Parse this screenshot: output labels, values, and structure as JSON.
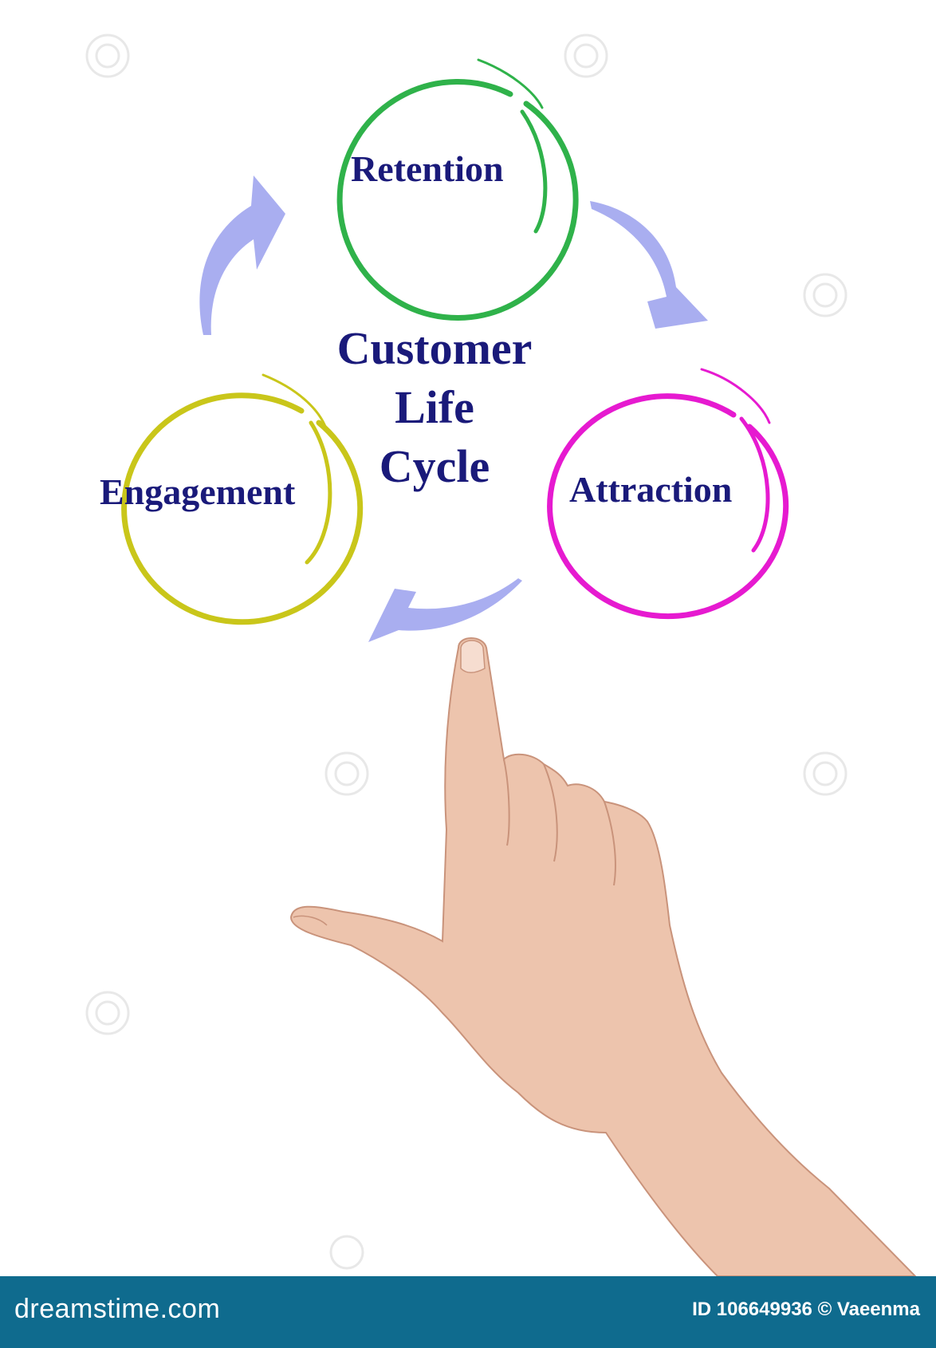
{
  "diagram": {
    "title_lines": [
      "Customer",
      "Life",
      "Cycle"
    ],
    "nodes": [
      {
        "id": "retention",
        "label": "Retention",
        "color": "#2fb24a"
      },
      {
        "id": "attraction",
        "label": "Attraction",
        "color": "#e61ad0"
      },
      {
        "id": "engagement",
        "label": "Engagement",
        "color": "#c9c61a"
      }
    ],
    "arrow_color": "#a9aef0",
    "text_color": "#1a1a7a"
  },
  "footer": {
    "brand": "dreamstime.com",
    "id_label": "ID 106649936",
    "copyright": "© Vaeenma",
    "background": "#0f6b8e"
  }
}
